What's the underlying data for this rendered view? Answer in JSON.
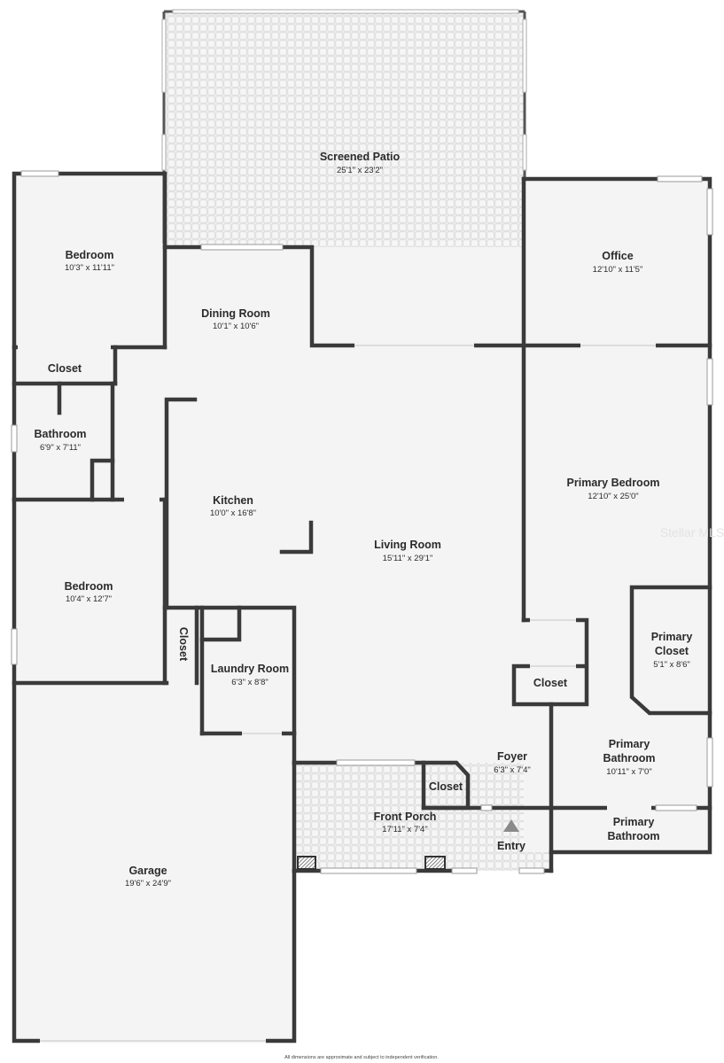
{
  "floorplan": {
    "rooms": [
      {
        "id": "screened-patio",
        "name": "Screened Patio",
        "dimensions": "25'1\" x 23'2\""
      },
      {
        "id": "bedroom-1",
        "name": "Bedroom",
        "dimensions": "10'3\" x 11'11\""
      },
      {
        "id": "office",
        "name": "Office",
        "dimensions": "12'10\" x 11'5\""
      },
      {
        "id": "dining-room",
        "name": "Dining Room",
        "dimensions": "10'1\" x 10'6\""
      },
      {
        "id": "closet-1",
        "name": "Closet",
        "dimensions": ""
      },
      {
        "id": "bathroom",
        "name": "Bathroom",
        "dimensions": "6'9\" x 7'11\""
      },
      {
        "id": "primary-bedroom",
        "name": "Primary Bedroom",
        "dimensions": "12'10\" x 25'0\""
      },
      {
        "id": "kitchen",
        "name": "Kitchen",
        "dimensions": "10'0\" x 16'8\""
      },
      {
        "id": "living-room",
        "name": "Living Room",
        "dimensions": "15'11\" x 29'1\""
      },
      {
        "id": "bedroom-2",
        "name": "Bedroom",
        "dimensions": "10'4\" x 12'7\""
      },
      {
        "id": "primary-closet",
        "name": "Primary Closet",
        "name_lines": [
          "Primary",
          "Closet"
        ],
        "dimensions": "5'1\" x 8'6\""
      },
      {
        "id": "closet-2",
        "name": "Closet",
        "dimensions": ""
      },
      {
        "id": "laundry-room",
        "name": "Laundry Room",
        "dimensions": "6'3\" x 8'8\""
      },
      {
        "id": "closet-3",
        "name": "Closet",
        "dimensions": ""
      },
      {
        "id": "primary-bathroom-1",
        "name": "Primary Bathroom",
        "name_lines": [
          "Primary",
          "Bathroom"
        ],
        "dimensions": "10'11\" x 7'0\""
      },
      {
        "id": "foyer",
        "name": "Foyer",
        "dimensions": "6'3\" x 7'4\""
      },
      {
        "id": "closet-4",
        "name": "Closet",
        "dimensions": ""
      },
      {
        "id": "front-porch",
        "name": "Front Porch",
        "dimensions": "17'11\" x 7'4\""
      },
      {
        "id": "primary-bathroom-2",
        "name": "Primary Bathroom",
        "name_lines": [
          "Primary",
          "Bathroom"
        ],
        "dimensions": ""
      },
      {
        "id": "entry",
        "name": "Entry",
        "dimensions": ""
      },
      {
        "id": "garage",
        "name": "Garage",
        "dimensions": "19'6\" x 24'9\""
      }
    ],
    "watermark": "Stellar MLS",
    "footer_note": "All dimensions are approximate and subject to independent verification.",
    "colors": {
      "wall": "#3a3a3a",
      "floor": "#f4f4f4",
      "tile": "#e9e9e9",
      "tile_line": "#d3d3d3"
    }
  }
}
